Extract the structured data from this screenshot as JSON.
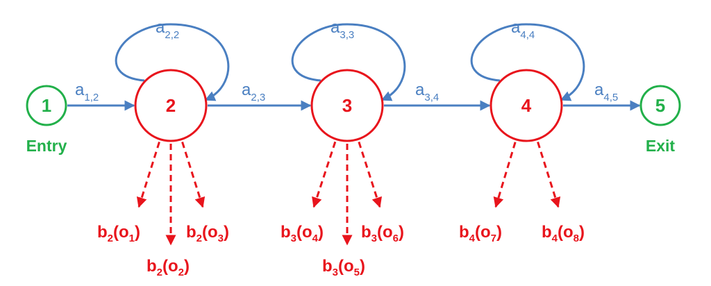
{
  "colors": {
    "emitting": "#e8141c",
    "nonemitting": "#22b04a",
    "transition": "#4a7fc1"
  },
  "states": [
    {
      "id": "s1",
      "label": "1",
      "kind": "entry"
    },
    {
      "id": "s2",
      "label": "2",
      "kind": "emitting"
    },
    {
      "id": "s3",
      "label": "3",
      "kind": "emitting"
    },
    {
      "id": "s4",
      "label": "4",
      "kind": "emitting"
    },
    {
      "id": "s5",
      "label": "5",
      "kind": "exit"
    }
  ],
  "entry_label": "Entry",
  "exit_label": "Exit",
  "transitions": [
    {
      "id": "a12",
      "from": "s1",
      "to": "s2",
      "base": "a",
      "sub": "1,2"
    },
    {
      "id": "a23",
      "from": "s2",
      "to": "s3",
      "base": "a",
      "sub": "2,3"
    },
    {
      "id": "a34",
      "from": "s3",
      "to": "s4",
      "base": "a",
      "sub": "3,4"
    },
    {
      "id": "a45",
      "from": "s4",
      "to": "s5",
      "base": "a",
      "sub": "4,5"
    },
    {
      "id": "a22",
      "from": "s2",
      "to": "s2",
      "base": "a",
      "sub": "2,2"
    },
    {
      "id": "a33",
      "from": "s3",
      "to": "s3",
      "base": "a",
      "sub": "3,3"
    },
    {
      "id": "a44",
      "from": "s4",
      "to": "s4",
      "base": "a",
      "sub": "4,4"
    }
  ],
  "observations": [
    {
      "id": "b2o1",
      "state": "s2",
      "b_sub": "2",
      "o_sub": "1"
    },
    {
      "id": "b2o2",
      "state": "s2",
      "b_sub": "2",
      "o_sub": "2"
    },
    {
      "id": "b2o3",
      "state": "s2",
      "b_sub": "2",
      "o_sub": "3"
    },
    {
      "id": "b3o4",
      "state": "s3",
      "b_sub": "3",
      "o_sub": "4"
    },
    {
      "id": "b3o5",
      "state": "s3",
      "b_sub": "3",
      "o_sub": "5"
    },
    {
      "id": "b3o6",
      "state": "s3",
      "b_sub": "3",
      "o_sub": "6"
    },
    {
      "id": "b4o7",
      "state": "s4",
      "b_sub": "4",
      "o_sub": "7"
    },
    {
      "id": "b4o8",
      "state": "s4",
      "b_sub": "4",
      "o_sub": "8"
    }
  ]
}
